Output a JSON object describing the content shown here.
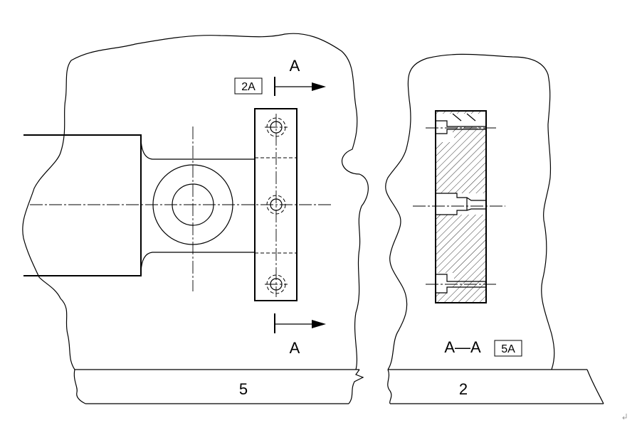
{
  "section_arrow_top": "A",
  "section_arrow_bottom": "A",
  "ref_box_left": "2A",
  "section_title": "A—A",
  "ref_box_right": "5A",
  "sheet_left_number": "5",
  "sheet_right_number": "2"
}
